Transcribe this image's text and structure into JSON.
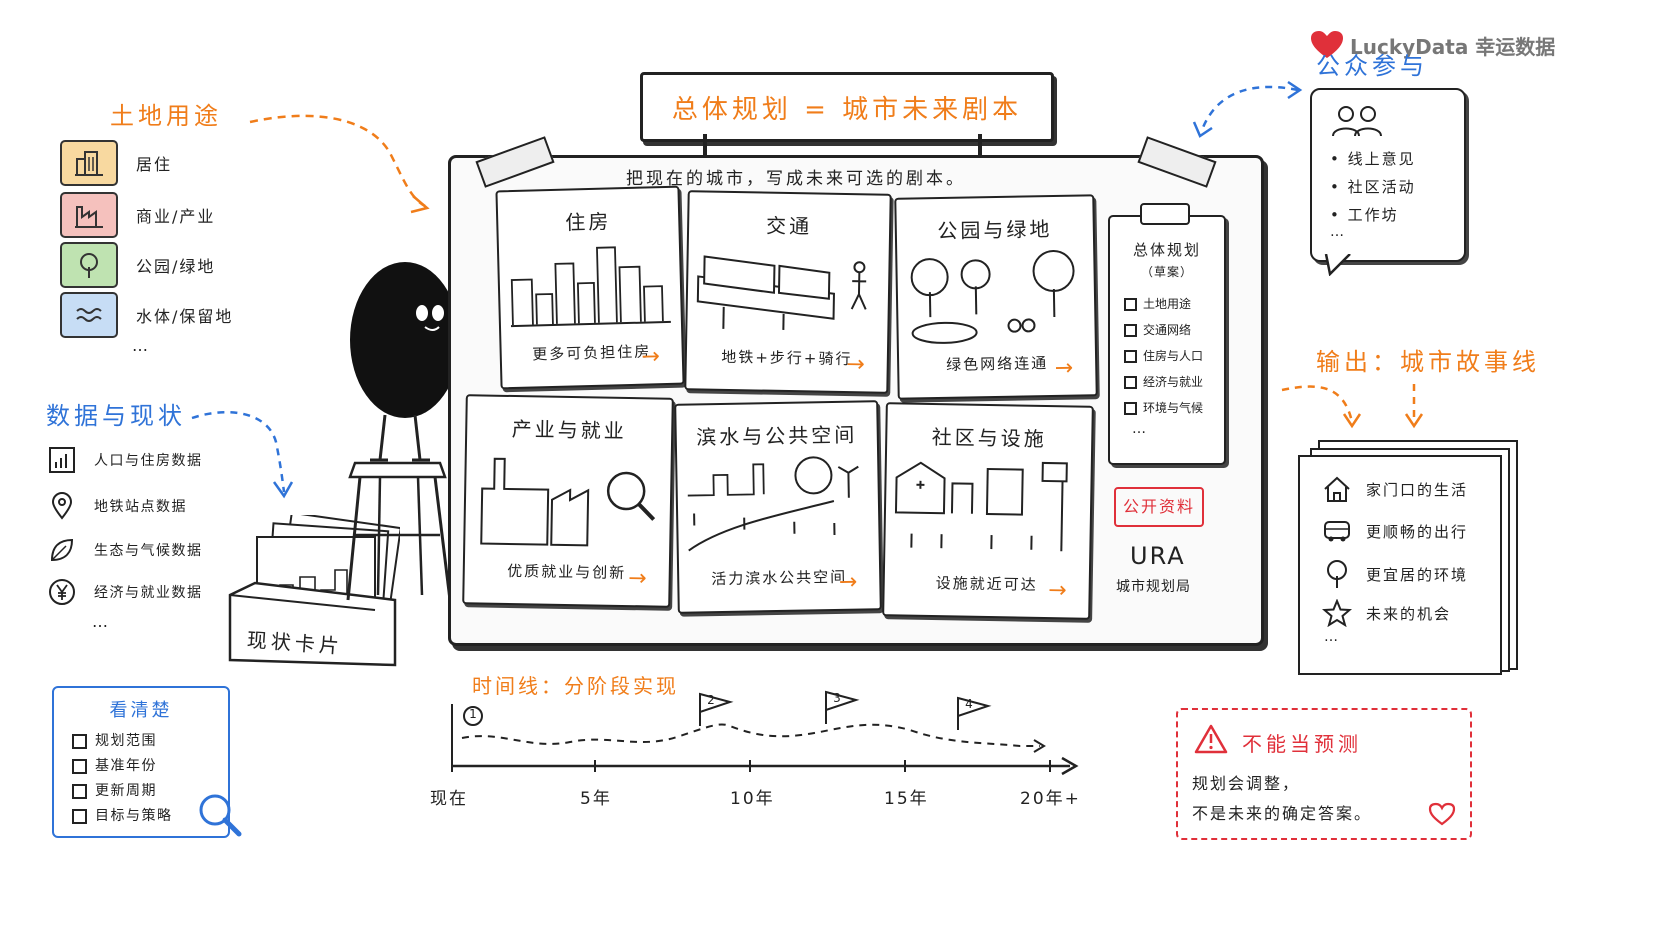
{
  "brand": {
    "name": "LuckyData 幸运数据",
    "color": "#e0303a"
  },
  "header": {
    "sign": "总体规划 = 城市未来剧本",
    "subtitle": "把现在的城市，写成未来可选的剧本。"
  },
  "land_use": {
    "title": "土地用途",
    "items": [
      {
        "label": "居住",
        "icon": "building-icon",
        "color": "#f8d9a0"
      },
      {
        "label": "商业/产业",
        "icon": "factory-icon",
        "color": "#f5c1bd"
      },
      {
        "label": "公园/绿地",
        "icon": "tree-icon",
        "color": "#bfe3b1"
      },
      {
        "label": "水体/保留地",
        "icon": "water-icon",
        "color": "#c7ddf5"
      }
    ],
    "more": "…"
  },
  "data_status": {
    "title": "数据与现状",
    "items": [
      {
        "label": "人口与住房数据",
        "icon": "chart-icon"
      },
      {
        "label": "地铁站点数据",
        "icon": "pin-icon"
      },
      {
        "label": "生态与气候数据",
        "icon": "leaf-icon"
      },
      {
        "label": "经济与就业数据",
        "icon": "yen-icon"
      }
    ],
    "more": "…",
    "box_label": "现状卡片"
  },
  "clarify": {
    "title": "看清楚",
    "items": [
      "规划范围",
      "基准年份",
      "更新周期",
      "目标与策略"
    ]
  },
  "panels": [
    {
      "title": "住房",
      "caption": "更多可负担住房"
    },
    {
      "title": "交通",
      "caption": "地铁+步行+骑行"
    },
    {
      "title": "公园与绿地",
      "caption": "绿色网络连通"
    },
    {
      "title": "产业与就业",
      "caption": "优质就业与创新"
    },
    {
      "title": "滨水与公共空间",
      "caption": "活力滨水公共空间"
    },
    {
      "title": "社区与设施",
      "caption": "设施就近可达"
    }
  ],
  "clipboard": {
    "title": "总体规划",
    "subtitle": "（草案）",
    "items": [
      "土地用途",
      "交通网络",
      "住房与人口",
      "经济与就业",
      "环境与气候"
    ],
    "more": "…"
  },
  "stamp": {
    "label": "公开资料",
    "org": "URA",
    "org_full": "城市规划局"
  },
  "participation": {
    "title": "公众参与",
    "items": [
      "线上意见",
      "社区活动",
      "工作坊"
    ],
    "more": "…"
  },
  "output": {
    "title": "输出：城市故事线",
    "items": [
      {
        "label": "家门口的生活",
        "icon": "house-icon"
      },
      {
        "label": "更顺畅的出行",
        "icon": "bus-icon"
      },
      {
        "label": "更宜居的环境",
        "icon": "tree-icon"
      },
      {
        "label": "未来的机会",
        "icon": "star-icon"
      }
    ],
    "more": "…"
  },
  "timeline": {
    "title": "时间线：分阶段实现",
    "ticks": [
      "现在",
      "5年",
      "10年",
      "15年",
      "20年+"
    ],
    "milestones": [
      "1",
      "2",
      "3",
      "4"
    ]
  },
  "warning": {
    "title": "不能当预测",
    "lines": [
      "规划会调整，",
      "不是未来的确定答案。"
    ]
  },
  "colors": {
    "orange": "#f07d1a",
    "blue": "#2f73d8",
    "red": "#e0303a"
  }
}
